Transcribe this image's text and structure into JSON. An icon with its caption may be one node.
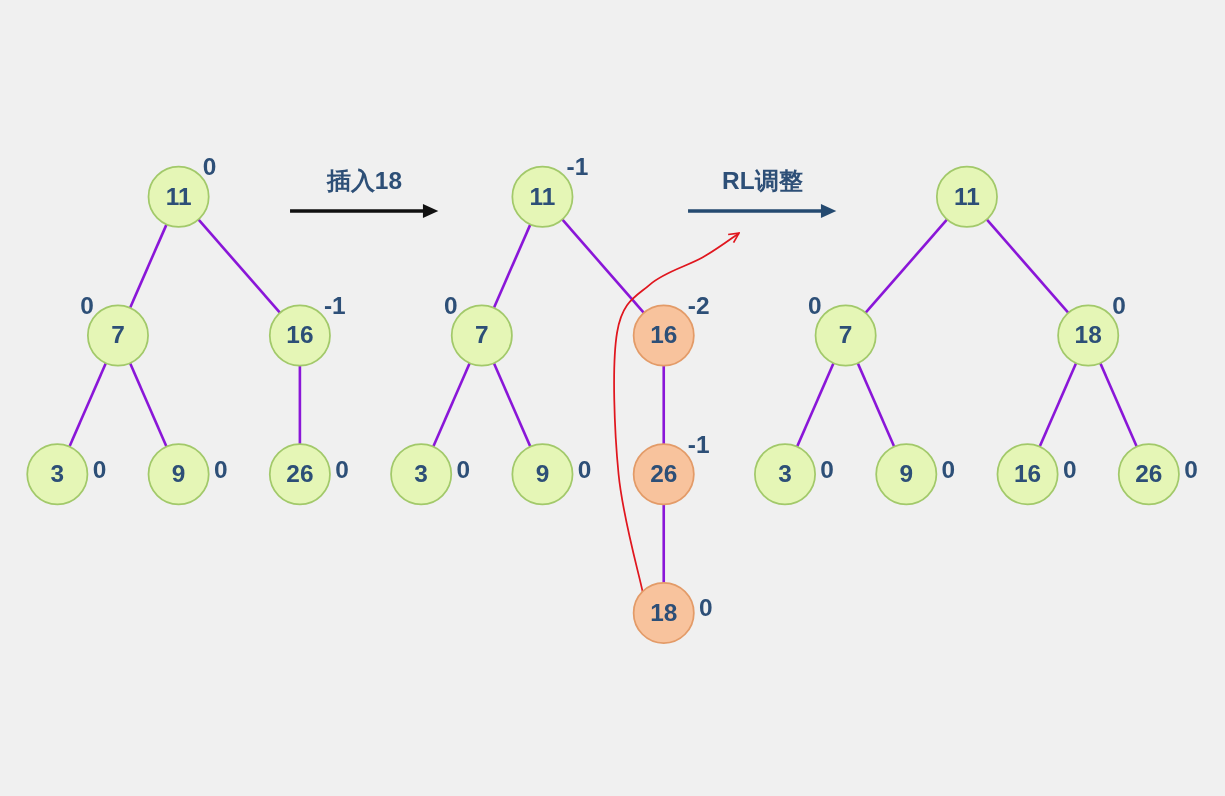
{
  "diagram": {
    "nodes": [
      {
        "text": [
          "11"
        ],
        "beside": [
          "0"
        ]
      },
      {
        "text": [
          "7"
        ],
        "beside": [
          "0"
        ]
      },
      {
        "text": [
          "16"
        ],
        "beside": [
          "-1"
        ]
      },
      {
        "text": [
          "3"
        ],
        "beside": [
          "0"
        ]
      },
      {
        "text": [
          "9"
        ],
        "beside": [
          "0"
        ]
      },
      {
        "text": [
          "26"
        ],
        "beside": [
          "0"
        ]
      },
      {
        "text": [
          "11"
        ],
        "beside": [
          "-1"
        ]
      },
      {
        "text": [
          "7"
        ],
        "beside": [
          "0"
        ]
      },
      {
        "text": [
          "16"
        ],
        "beside": [
          "-2"
        ]
      },
      {
        "text": [
          "3"
        ],
        "beside": [
          "0"
        ]
      },
      {
        "text": [
          "9"
        ],
        "beside": [
          "0"
        ]
      },
      {
        "text": [
          "26"
        ],
        "beside": [
          "-1"
        ]
      },
      {
        "text": [
          "18"
        ],
        "beside": [
          "0"
        ]
      },
      {
        "text": [
          "11"
        ]
      },
      {
        "text": [
          "7"
        ],
        "beside": [
          "0"
        ]
      },
      {
        "text": [
          "18"
        ],
        "beside": [
          "0"
        ]
      },
      {
        "text": [
          "3"
        ],
        "beside": [
          "0"
        ]
      },
      {
        "text": [
          "9"
        ],
        "beside": [
          "0"
        ]
      },
      {
        "text": [
          "16"
        ],
        "beside": [
          "0"
        ]
      },
      {
        "text": [
          "26"
        ],
        "beside": [
          "0"
        ]
      }
    ],
    "edges": [
      {
        "from": 0,
        "to": 1,
        "arrow": "none"
      },
      {
        "from": 0,
        "to": 2,
        "arrow": "none"
      },
      {
        "from": 1,
        "to": 3,
        "arrow": "none"
      },
      {
        "from": 1,
        "to": 4,
        "arrow": "none"
      },
      {
        "from": 2,
        "to": 5,
        "arrow": "none"
      },
      {
        "from": 6,
        "to": 7,
        "arrow": "none"
      },
      {
        "from": 6,
        "to": 8,
        "arrow": "none"
      },
      {
        "from": 7,
        "to": 9,
        "arrow": "none"
      },
      {
        "from": 7,
        "to": 10,
        "arrow": "none"
      },
      {
        "from": 8,
        "to": 11,
        "arrow": "none"
      },
      {
        "from": 11,
        "to": 12,
        "arrow": "none"
      },
      {
        "from": 13,
        "to": 14,
        "arrow": "none"
      },
      {
        "from": 13,
        "to": 15,
        "arrow": "none"
      },
      {
        "from": 14,
        "to": 16,
        "arrow": "none"
      },
      {
        "from": 14,
        "to": 17,
        "arrow": "none"
      },
      {
        "from": 15,
        "to": 18,
        "arrow": "none"
      },
      {
        "from": 15,
        "to": 19,
        "arrow": "none"
      },
      {
        "from": 12,
        "to": null,
        "arrow": "to",
        "color": "#e0161e"
      }
    ],
    "labels": [
      "插入18",
      "RL调整"
    ]
  }
}
